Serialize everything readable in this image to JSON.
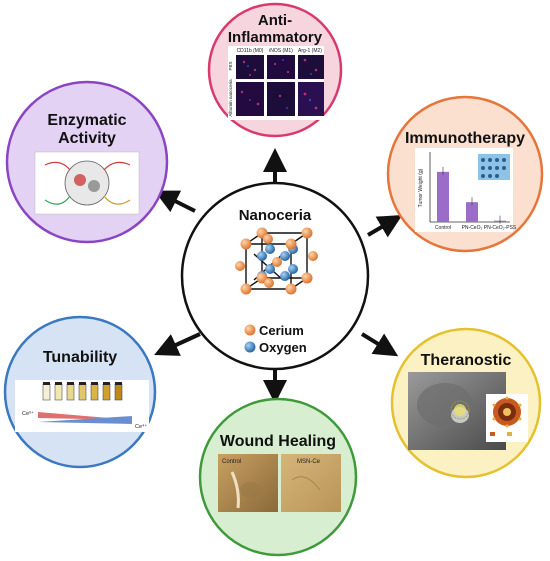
{
  "center": {
    "title": "Nanoceria",
    "legend": [
      {
        "label": "Cerium",
        "color": "#e98a3c"
      },
      {
        "label": "Oxygen",
        "color": "#2f7fc1"
      }
    ]
  },
  "nodes": {
    "anti_inflammatory": {
      "title_line1": "Anti-",
      "title_line2": "Inflammatory",
      "ring_color": "#d83a6e",
      "fill_color": "#f6d5df",
      "columns": [
        "CD11b (M0)",
        "iNOS (M1)",
        "Arg-1 (M2)"
      ],
      "rows": [
        "PBS",
        "Albumin nanoceria"
      ]
    },
    "enzymatic": {
      "title_line1": "Enzymatic",
      "title_line2": "Activity",
      "ring_color": "#8a45c4",
      "fill_color": "#e3d2f3"
    },
    "immunotherapy": {
      "title": "Immunotherapy",
      "ring_color": "#e5753a",
      "fill_color": "#fbe0cf",
      "chart_ylabel": "Tumor Weight (g)",
      "chart_categories": [
        "Control",
        "PN-CeO₂",
        "PN-CeO₂-PSS"
      ]
    },
    "tunability": {
      "title": "Tunability",
      "ring_color": "#3a78bf",
      "fill_color": "#d5e3f4",
      "left_label": "Ce³⁺",
      "right_label": "Ce⁴⁺"
    },
    "theranostic": {
      "title": "Theranostic",
      "ring_color": "#e4c12d",
      "fill_color": "#fbf1c3"
    },
    "wound_healing": {
      "title": "Wound Healing",
      "ring_color": "#3f9a3a",
      "fill_color": "#d7efd0",
      "panel_labels": [
        "Control",
        "MSN-Ce"
      ]
    }
  },
  "chart_data": {
    "type": "bar",
    "categories": [
      "Control",
      "PN-CeO₂",
      "PN-CeO₂-PSS"
    ],
    "values": [
      1.9,
      0.75,
      0.05
    ],
    "ylabel": "Tumor Weight (g)",
    "ylim": [
      0,
      2.5
    ]
  }
}
